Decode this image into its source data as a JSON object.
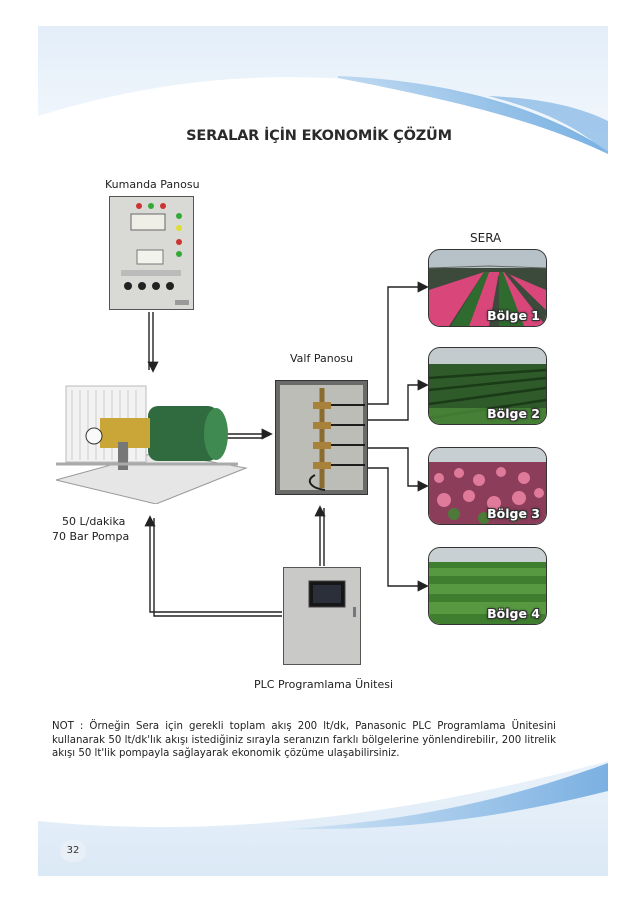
{
  "title": "SERALAR İÇİN EKONOMİK ÇÖZÜM",
  "labels": {
    "control_panel": "Kumanda Panosu",
    "greenhouse": "SERA",
    "valve_panel": "Valf Panosu",
    "pump_line1": "50 L/dakika",
    "pump_line2": "70 Bar Pompa",
    "plc": "PLC Programlama Ünitesi"
  },
  "zones": [
    "Bölge 1",
    "Bölge 2",
    "Bölge 3",
    "Bölge 4"
  ],
  "note": "NOT : Örneğin Sera için gerekli toplam akış 200 lt/dk, Panasonic PLC Programlama Ünitesini kullanarak 50 lt/dk'lık akışı istediğiniz sırayla seranızın farklı bölgelerine yönlendirebilir, 200 litrelik akışı 50 lt'lik pompayla sağlayarak ekonomik çözüme ulaşabilirsiniz.",
  "page_number": "32",
  "colors": {
    "wave_blue": "#7ab3e3",
    "wave_light": "#d8e8f6",
    "arrow": "#222222"
  }
}
